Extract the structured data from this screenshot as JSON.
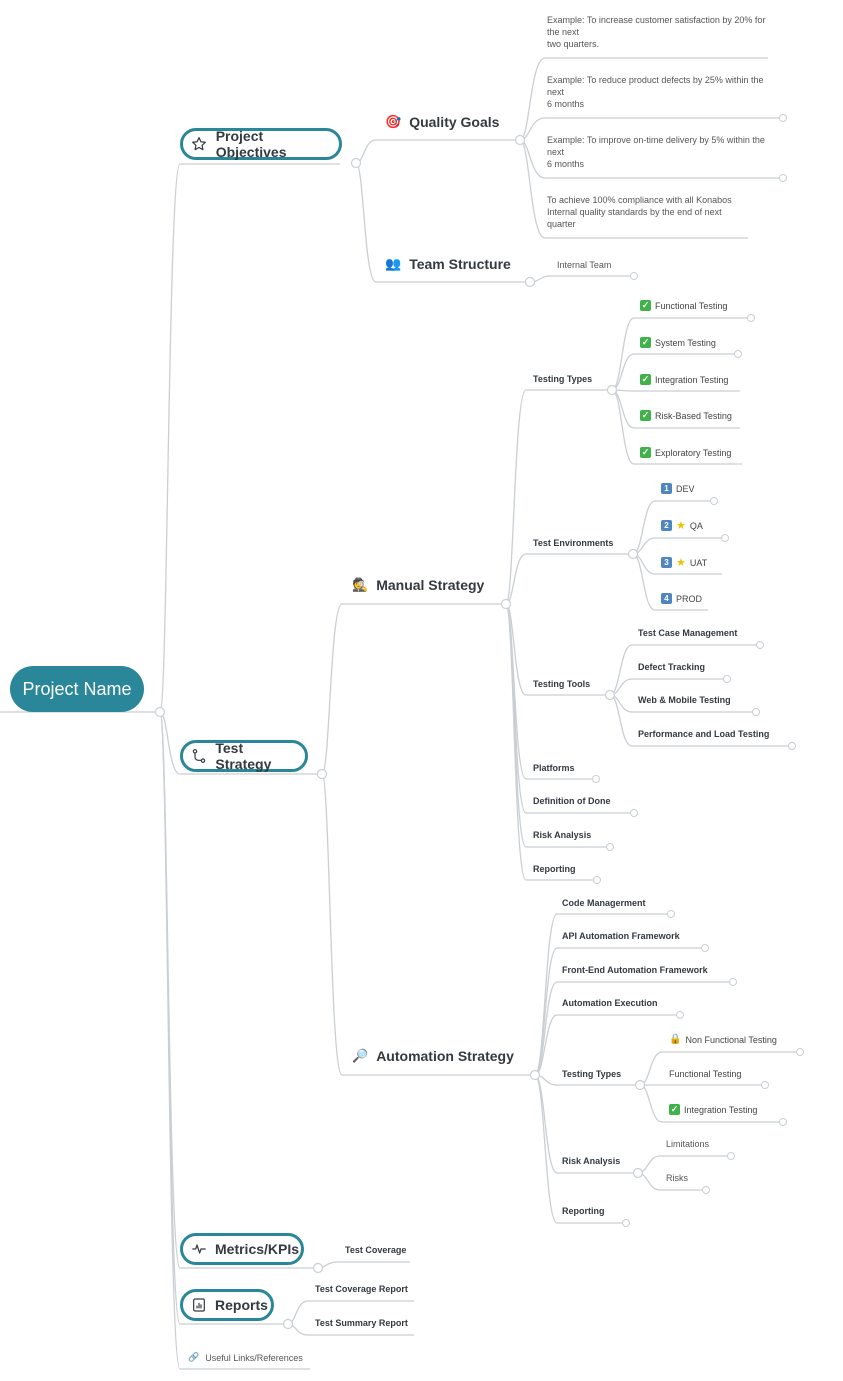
{
  "root": "Project Name",
  "project_objectives": {
    "label": "Project Objectives",
    "quality_goals": {
      "label": "Quality Goals",
      "items": [
        "Example: To increase customer satisfaction by 20% for the next\ntwo quarters.",
        "Example: To reduce product defects by 25% within the next\n6 months",
        "Example: To improve on-time delivery by 5% within the next\n6 months",
        "To achieve 100% compliance with all Konabos Internal quality standards by the end of next quarter"
      ]
    },
    "team_structure": {
      "label": "Team Structure",
      "items": [
        "Internal Team"
      ]
    }
  },
  "test_strategy": {
    "label": "Test Strategy",
    "manual": {
      "label": "Manual Strategy",
      "testing_types": {
        "label": "Testing Types",
        "items": [
          "Functional Testing",
          "System Testing",
          "Integration Testing",
          "Risk-Based Testing",
          "Exploratory Testing"
        ]
      },
      "environments": {
        "label": "Test Environments",
        "items": [
          "DEV",
          "QA",
          "UAT",
          "PROD"
        ],
        "numbers": [
          "1",
          "2",
          "3",
          "4"
        ]
      },
      "tools": {
        "label": "Testing Tools",
        "items": [
          "Test Case Management",
          "Defect Tracking",
          "Web & Mobile Testing",
          "Performance and Load Testing"
        ]
      },
      "platforms": "Platforms",
      "definition_of_done": "Definition of Done",
      "risk_analysis": "Risk Analysis",
      "reporting": "Reporting"
    },
    "automation": {
      "label": "Automation Strategy",
      "code_management": "Code Managerment",
      "api_framework": "API Automation Framework",
      "frontend_framework": "Front-End Automation Framework",
      "execution": "Automation Execution",
      "testing_types": {
        "label": "Testing Types",
        "items": [
          "Non Functional Testing",
          "Functional Testing",
          "Integration Testing"
        ]
      },
      "risk_analysis": {
        "label": "Risk Analysis",
        "items": [
          "Limitations",
          "Risks"
        ]
      },
      "reporting": "Reporting"
    }
  },
  "metrics": {
    "label": "Metrics/KPIs",
    "items": [
      "Test Coverage"
    ]
  },
  "reports": {
    "label": "Reports",
    "items": [
      "Test Coverage Report",
      "Test Summary Report"
    ]
  },
  "useful_links": "Useful Links/References",
  "colors": {
    "accent": "#2a8699",
    "line": "#c9cfd4",
    "check": "#3fb24a",
    "number": "#4f86c0",
    "star": "#f2c200"
  }
}
